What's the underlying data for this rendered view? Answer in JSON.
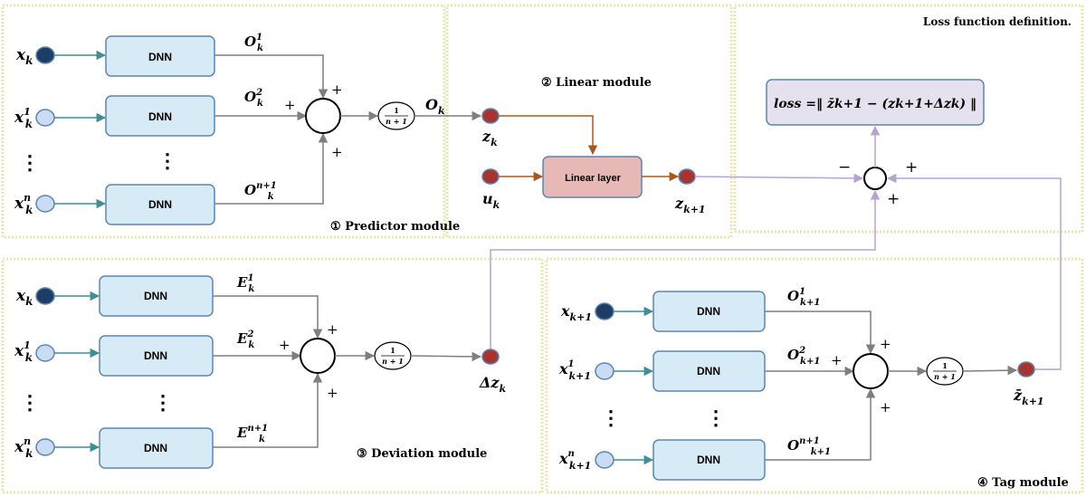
{
  "colors": {
    "panel_border": "#e9e6b0",
    "dnn_fill": "#d6ebf5",
    "dnn_stroke": "#5b86ae",
    "input_dark": "#1d3d66",
    "input_light": "#c9dcf3",
    "node_red": "#a8332f",
    "linear_fill": "#e8b8b6",
    "loss_fill": "#e6e1ee",
    "arrow_teal": "#3f8f96",
    "arrow_gray": "#7f7f7f",
    "arrow_brown": "#a9581d",
    "arrow_purple": "#b7a3d0"
  },
  "predictor": {
    "label": "① Predictor module",
    "dnn": "DNN",
    "inputs": [
      {
        "base": "x",
        "sub": "k",
        "sup": ""
      },
      {
        "base": "x",
        "sub": "k",
        "sup": "1"
      },
      {
        "base": "x",
        "sub": "k",
        "sup": "n"
      }
    ],
    "outputs": [
      {
        "base": "O",
        "sub": "k",
        "sup": "1"
      },
      {
        "base": "O",
        "sub": "k",
        "sup": "2"
      },
      {
        "base": "O",
        "sub": "k",
        "sup": "n+1"
      }
    ],
    "signs": [
      "+",
      "+",
      "+"
    ],
    "divider": {
      "num": "1",
      "den": "n + 1"
    },
    "result": {
      "base": "O",
      "sub": "k"
    }
  },
  "linear": {
    "label": "② Linear module",
    "layer": "Linear layer",
    "z_in": {
      "base": "z",
      "sub": "k"
    },
    "u_in": {
      "base": "u",
      "sub": "k"
    },
    "z_out": {
      "base": "z",
      "sub": "k+1"
    }
  },
  "loss": {
    "label": "Loss function definition.",
    "formula": "loss =‖ z̄k+1 − (zk+1+Δzk) ‖",
    "signs": [
      "−",
      "+",
      "+"
    ]
  },
  "deviation": {
    "label": "③ Deviation module",
    "dnn": "DNN",
    "inputs": [
      {
        "base": "x",
        "sub": "k",
        "sup": ""
      },
      {
        "base": "x",
        "sub": "k",
        "sup": "1"
      },
      {
        "base": "x",
        "sub": "k",
        "sup": "n"
      }
    ],
    "outputs": [
      {
        "base": "E",
        "sub": "k",
        "sup": "1"
      },
      {
        "base": "E",
        "sub": "k",
        "sup": "2"
      },
      {
        "base": "E",
        "sub": "k",
        "sup": "n+1"
      }
    ],
    "signs": [
      "+",
      "+",
      "+"
    ],
    "divider": {
      "num": "1",
      "den": "n + 1"
    },
    "result": {
      "base": "Δz",
      "sub": "k"
    }
  },
  "tag": {
    "label": "④ Tag module",
    "dnn": "DNN",
    "inputs": [
      {
        "base": "x",
        "sub": "k+1",
        "sup": ""
      },
      {
        "base": "x",
        "sub": "k+1",
        "sup": "1"
      },
      {
        "base": "x",
        "sub": "k+1",
        "sup": "n"
      }
    ],
    "outputs": [
      {
        "base": "O",
        "sub": "k+1",
        "sup": "1"
      },
      {
        "base": "O",
        "sub": "k+1",
        "sup": "2"
      },
      {
        "base": "O",
        "sub": "k+1",
        "sup": "n+1"
      }
    ],
    "signs": [
      "+",
      "+",
      "+"
    ],
    "divider": {
      "num": "1",
      "den": "n + 1"
    },
    "result": {
      "base": "z̄",
      "sub": "k+1"
    }
  },
  "dots": "⋮"
}
